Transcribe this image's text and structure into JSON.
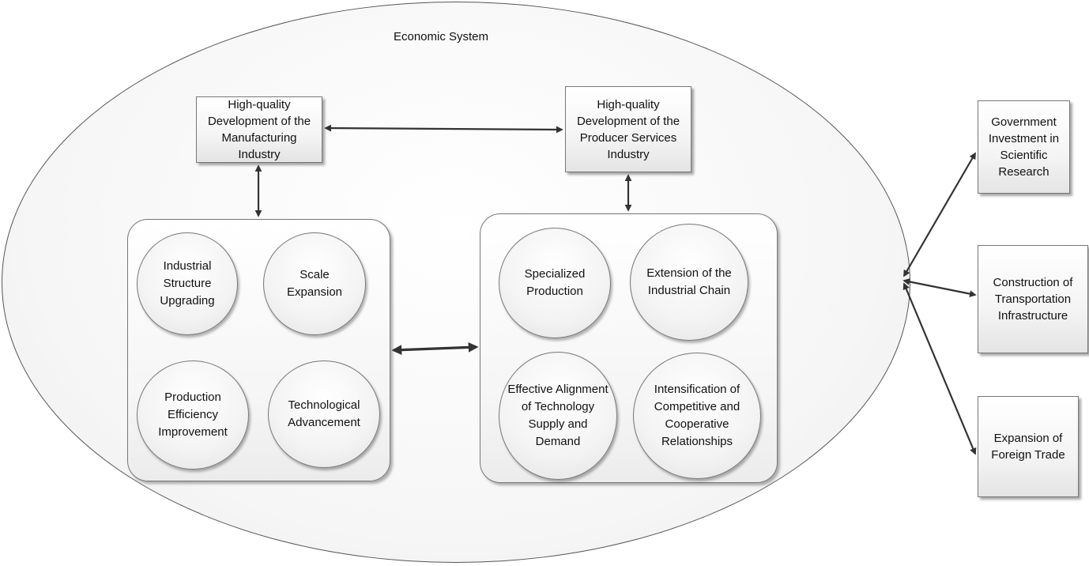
{
  "diagram": {
    "system_title": "Economic System",
    "manufacturing_box": "High-quality Development of the Manufacturing Industry",
    "producer_box": "High-quality Development of the Producer Services Industry",
    "manufacturing_factors": [
      "Industrial Structure Upgrading",
      "Scale Expansion",
      "Production Efficiency Improvement",
      "Technological Advancement"
    ],
    "producer_factors": [
      "Specialized Production",
      "Extension of the Industrial Chain",
      "Effective Alignment of Technology Supply and Demand",
      "Intensification of Competitive and Cooperative Relationships"
    ],
    "external_factors": [
      "Government Investment in Scientific Research",
      "Construction of Transportation Infrastructure",
      "Expansion of Foreign Trade"
    ]
  }
}
